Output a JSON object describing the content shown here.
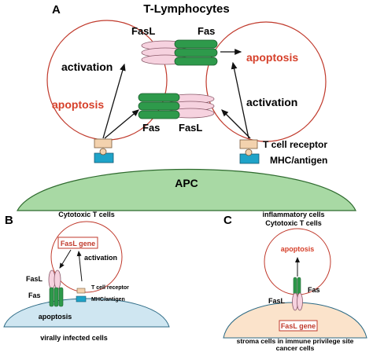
{
  "panel_a": {
    "letter": "A",
    "title": "T-Lymphocytes",
    "left_cell": {
      "activation": "activation",
      "apoptosis": "apoptosis"
    },
    "right_cell": {
      "activation": "activation",
      "apoptosis": "apoptosis"
    },
    "top_pair": {
      "fasl": "FasL",
      "fas": "Fas"
    },
    "bottom_pair": {
      "fas": "Fas",
      "fasl": "FasL"
    },
    "t_cell_receptor": "T cell receptor",
    "mhc_antigen": "MHC/antigen",
    "apc": "APC"
  },
  "panel_b": {
    "letter": "B",
    "title": "Cytotoxic T cells",
    "fasl_gene": "FasL gene",
    "activation": "activation",
    "fasl": "FasL",
    "fas": "Fas",
    "t_cell_receptor": "T cell receptor",
    "mhc_antigen": "MHC/antigen",
    "apoptosis": "apoptosis",
    "bottom": "virally infected cells"
  },
  "panel_c": {
    "letter": "C",
    "title_line1": "inflammatory cells",
    "title_line2": "Cytotoxic T cells",
    "apoptosis": "apoptosis",
    "fas": "Fas",
    "fasl": "FasL",
    "fasl_gene": "FasL gene",
    "bottom_line1": "stroma cells in immune privilege site",
    "bottom_line2": "cancer cells"
  },
  "colors": {
    "membrane_outline": "#c0392b",
    "apoptosis_text": "#d6402a",
    "fas_green": "#2e9a4b",
    "fasl_pink": "#f6d2df",
    "apc_green": "#a8d9a4",
    "receptor_tan": "#f3d2ae",
    "mhc_blue": "#1fa3c8",
    "gene_box_outline": "#c0392b",
    "panel_c_stroma": "#fbe3cb"
  }
}
